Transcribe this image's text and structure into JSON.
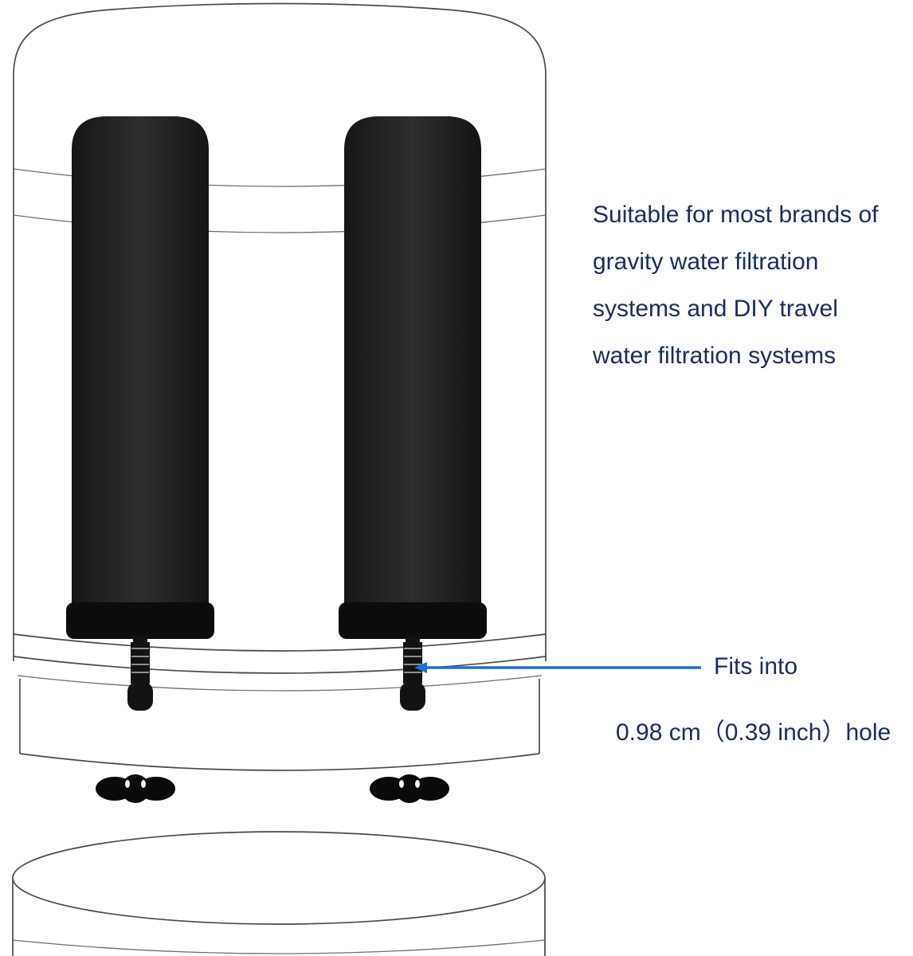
{
  "colors": {
    "text_navy": "#1b2d5e",
    "pointer_blue": "#1f6fd9",
    "line_gray": "#4a4a4a",
    "filter_black": "#1d1d1d"
  },
  "annotations": {
    "suitable": {
      "lines": [
        "Suitable for most brands of",
        "gravity water filtration",
        "systems and DIY travel",
        "water filtration systems"
      ]
    },
    "fits": {
      "line1": "Fits into",
      "line2": "0.98 cm（0.39 inch）hole"
    }
  }
}
